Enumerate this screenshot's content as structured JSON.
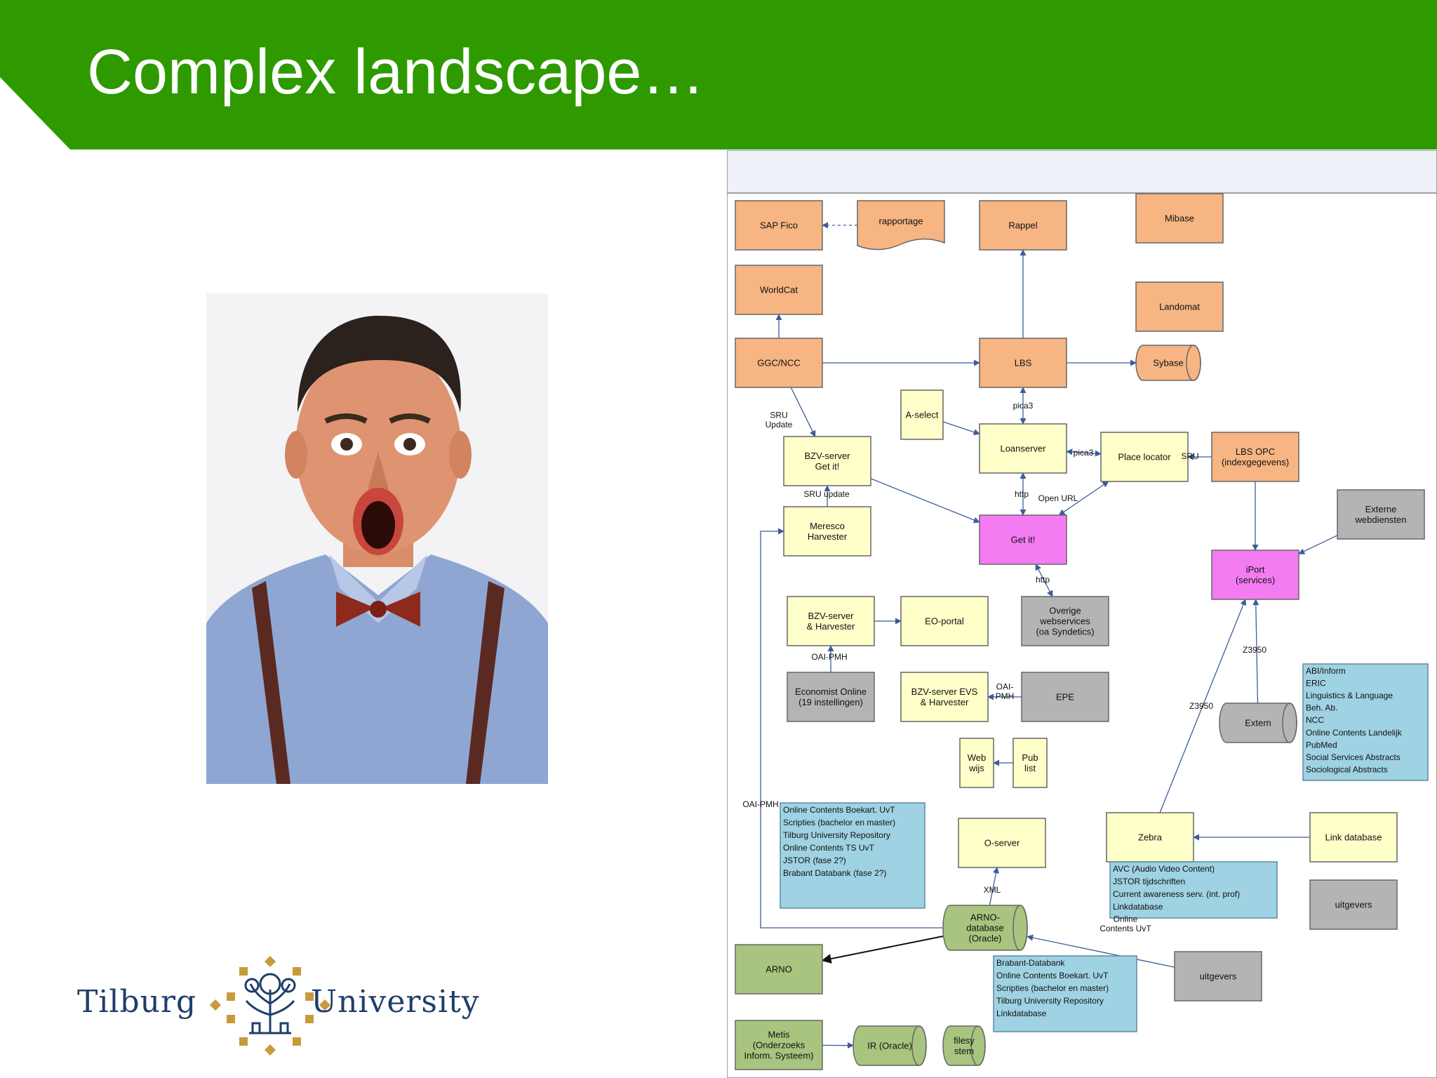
{
  "slide": {
    "title": "Complex landscape…"
  },
  "logo": {
    "left_word": "Tilburg",
    "right_word": "University"
  },
  "colors": {
    "banner_green": "#2e9a00",
    "orange_box": "#f6b583",
    "yellow_box": "#ffffc9",
    "magenta_box": "#f47cf2",
    "gray_box": "#b4b4b4",
    "cyan_box": "#9fd2e2",
    "green_box": "#a8c47e",
    "logo_navy": "#1f3e6c",
    "logo_gold": "#c79a3c"
  },
  "diagram": {
    "nodes": [
      {
        "id": "sap",
        "label": "SAP Fico",
        "color": "orange"
      },
      {
        "id": "rapportage",
        "label": "rapportage",
        "color": "orange"
      },
      {
        "id": "rappel",
        "label": "Rappel",
        "color": "orange"
      },
      {
        "id": "mibase",
        "label": "Mibase",
        "color": "orange"
      },
      {
        "id": "worldcat",
        "label": "WorldCat",
        "color": "orange"
      },
      {
        "id": "landomat",
        "label": "Landomat",
        "color": "orange"
      },
      {
        "id": "ggc",
        "label": "GGC/NCC",
        "color": "orange"
      },
      {
        "id": "lbs",
        "label": "LBS",
        "color": "orange"
      },
      {
        "id": "sybase",
        "label": "Sybase",
        "color": "orange"
      },
      {
        "id": "aselect",
        "label": "A-select",
        "color": "yellow"
      },
      {
        "id": "bzv1",
        "label": "BZV-server\nGet it!",
        "color": "yellow"
      },
      {
        "id": "loanserver",
        "label": "Loanserver",
        "color": "yellow"
      },
      {
        "id": "placelocator",
        "label": "Place locator",
        "color": "yellow"
      },
      {
        "id": "lbsopc",
        "label": "LBS OPC\n(indexgegevens)",
        "color": "orange"
      },
      {
        "id": "meresco",
        "label": "Meresco\nHarvester",
        "color": "yellow"
      },
      {
        "id": "getit",
        "label": "Get it!",
        "color": "magenta"
      },
      {
        "id": "externe",
        "label": "Externe\nwebdiensten",
        "color": "gray"
      },
      {
        "id": "iport",
        "label": "iPort\n(services)",
        "color": "magenta"
      },
      {
        "id": "bzv2",
        "label": "BZV-server\n& Harvester",
        "color": "yellow"
      },
      {
        "id": "eoportal",
        "label": "EO-portal",
        "color": "yellow"
      },
      {
        "id": "overige",
        "label": "Overige\nwebservices\n(oa Syndetics)",
        "color": "gray"
      },
      {
        "id": "economist",
        "label": "Economist Online\n(19 instellingen)",
        "color": "gray"
      },
      {
        "id": "bzvevs",
        "label": "BZV-server EVS\n& Harvester",
        "color": "yellow"
      },
      {
        "id": "epe",
        "label": "EPE",
        "color": "gray"
      },
      {
        "id": "extern",
        "label": "Extern",
        "color": "gray"
      },
      {
        "id": "webwijs",
        "label": "Web\nwijs",
        "color": "yellow"
      },
      {
        "id": "publist",
        "label": "Pub\nlist",
        "color": "yellow"
      },
      {
        "id": "oserver",
        "label": "O-server",
        "color": "yellow"
      },
      {
        "id": "zebra",
        "label": "Zebra",
        "color": "yellow"
      },
      {
        "id": "linkdb",
        "label": "Link database",
        "color": "yellow"
      },
      {
        "id": "uitgevers1",
        "label": "uitgevers",
        "color": "gray"
      },
      {
        "id": "arnodb",
        "label": "ARNO-\ndatabase\n(Oracle)",
        "color": "green"
      },
      {
        "id": "arno",
        "label": "ARNO",
        "color": "green"
      },
      {
        "id": "uitgevers2",
        "label": "uitgevers",
        "color": "gray"
      },
      {
        "id": "metis",
        "label": "Metis\n(Onderzoeks\nInform. Systeem)",
        "color": "green"
      },
      {
        "id": "ir",
        "label": "IR (Oracle)",
        "color": "green"
      },
      {
        "id": "filesystem",
        "label": "filesy\nstem",
        "color": "green"
      }
    ],
    "notes": [
      {
        "id": "abi",
        "lines": [
          "ABI/Inform",
          "ERIC",
          "Linguistics & Language",
          "Beh. Ab.",
          "NCC",
          "Online Contents Landelijk",
          "PubMed",
          "Social Services Abstracts",
          "Sociological Abstracts"
        ]
      },
      {
        "id": "occ",
        "lines": [
          "Online Contents Boekart. UvT",
          "Scripties (bachelor en master)",
          "Tilburg University Repository",
          "Online Contents TS UvT",
          "JSTOR (fase 2?)",
          "Brabant Databank (fase 2?)"
        ]
      },
      {
        "id": "avc",
        "lines": [
          "AVC (Audio Video Content)",
          "JSTOR tijdschriften",
          "Current awareness serv. (int. prof)",
          "Linkdatabase"
        ]
      },
      {
        "id": "brabant",
        "lines": [
          "Brabant-Databank",
          "Online Contents Boekart. UvT",
          "Scripties (bachelor en master)",
          "Tilburg University Repository",
          "Linkdatabase"
        ]
      }
    ],
    "edge_labels": [
      {
        "id": "sru",
        "text": "SRU\nUpdate"
      },
      {
        "id": "pica3a",
        "text": "pica3"
      },
      {
        "id": "pica3b",
        "text": "pica3"
      },
      {
        "id": "sru2",
        "text": "SRU"
      },
      {
        "id": "sruupdate",
        "text": "SRU update"
      },
      {
        "id": "http1",
        "text": "http"
      },
      {
        "id": "openurl",
        "text": "Open URL"
      },
      {
        "id": "http2",
        "text": "http"
      },
      {
        "id": "z3950a",
        "text": "Z3950"
      },
      {
        "id": "z3950b",
        "text": "Z3950"
      },
      {
        "id": "oaipmh1",
        "text": "OAI-PMH"
      },
      {
        "id": "oaipmh2",
        "text": "OAI-\nPMH"
      },
      {
        "id": "oaipmh3",
        "text": "OAI-PMH"
      },
      {
        "id": "xml",
        "text": "XML"
      },
      {
        "id": "onlinecontents",
        "text": "Online\nContents UvT"
      }
    ]
  }
}
